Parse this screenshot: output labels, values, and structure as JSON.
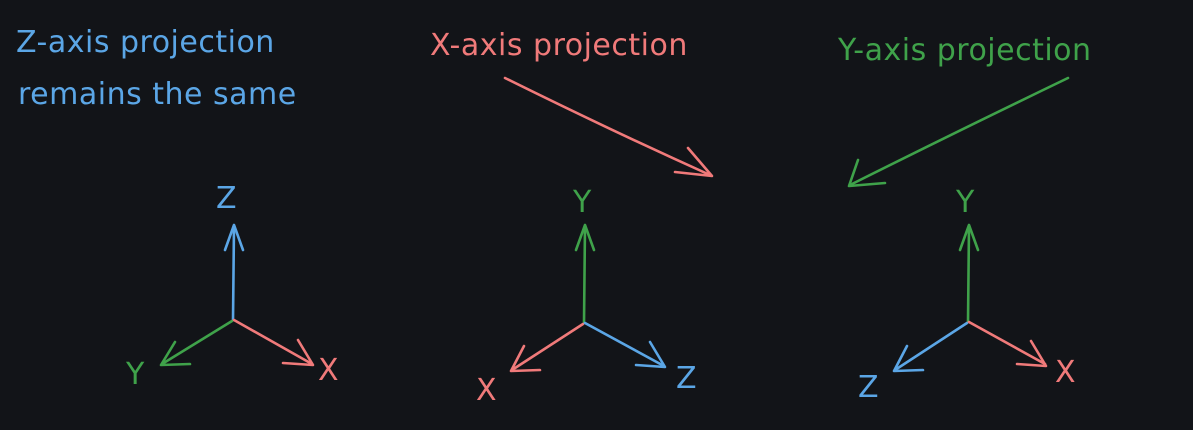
{
  "colors": {
    "background": "#121418",
    "blue": "#5ba6e6",
    "red": "#f07a7a",
    "green": "#3fa24a"
  },
  "captions": {
    "z_line1": "Z-axis projection",
    "z_line2": "remains the same",
    "x": "X-axis projection",
    "y": "Y-axis projection"
  },
  "diagrams": {
    "z_projection": {
      "up": "Z",
      "left": "Y",
      "right": "X"
    },
    "x_projection": {
      "up": "Y",
      "left": "X",
      "right": "Z"
    },
    "y_projection": {
      "up": "Y",
      "left": "Z",
      "right": "X"
    }
  }
}
